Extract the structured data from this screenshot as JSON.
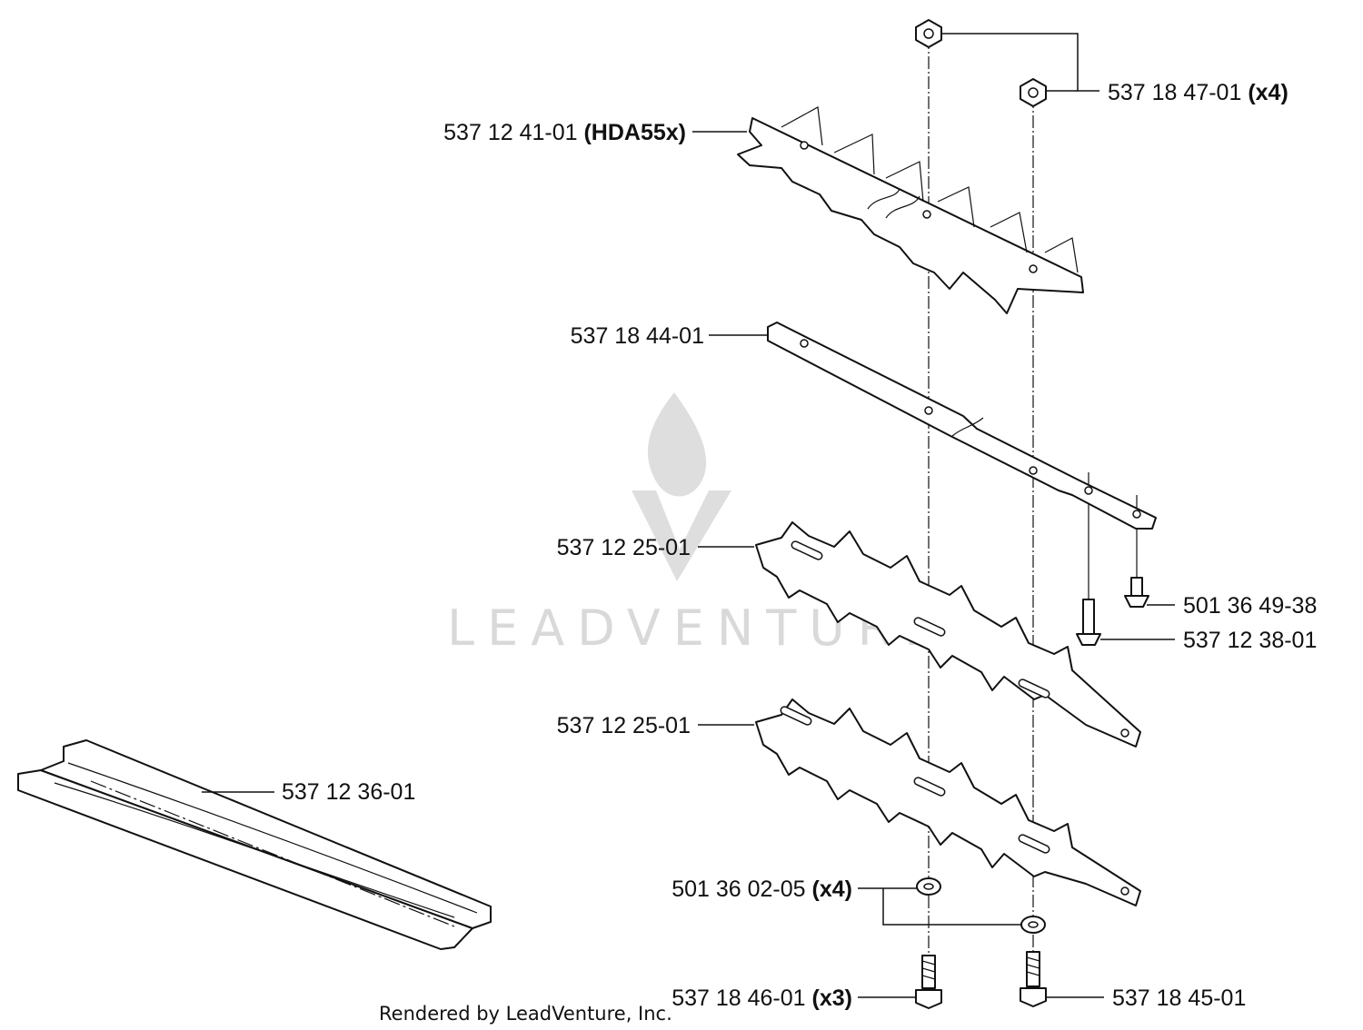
{
  "parts": [
    {
      "id": "nut",
      "number": "537 18 47-01",
      "qty": "(x4)"
    },
    {
      "id": "upper-blade",
      "number": "537 12 41-01",
      "qty": "(HDA55x)"
    },
    {
      "id": "guide-bar",
      "number": "537 18 44-01",
      "qty": ""
    },
    {
      "id": "screw-a",
      "number": "501 36 49-38",
      "qty": ""
    },
    {
      "id": "screw-b",
      "number": "537 12 38-01",
      "qty": ""
    },
    {
      "id": "cutter-blade-1",
      "number": "537 12 25-01",
      "qty": ""
    },
    {
      "id": "cutter-blade-2",
      "number": "537 12 25-01",
      "qty": ""
    },
    {
      "id": "blade-guard",
      "number": "537 12 36-01",
      "qty": ""
    },
    {
      "id": "washer",
      "number": "501 36 02-05",
      "qty": "(x4)"
    },
    {
      "id": "bolt-left",
      "number": "537 18 46-01",
      "qty": "(x3)"
    },
    {
      "id": "bolt-right",
      "number": "537 18 45-01",
      "qty": ""
    }
  ],
  "watermark": {
    "text": "LEADVENTURE"
  },
  "footer": {
    "text": "Rendered by LeadVenture, Inc."
  }
}
